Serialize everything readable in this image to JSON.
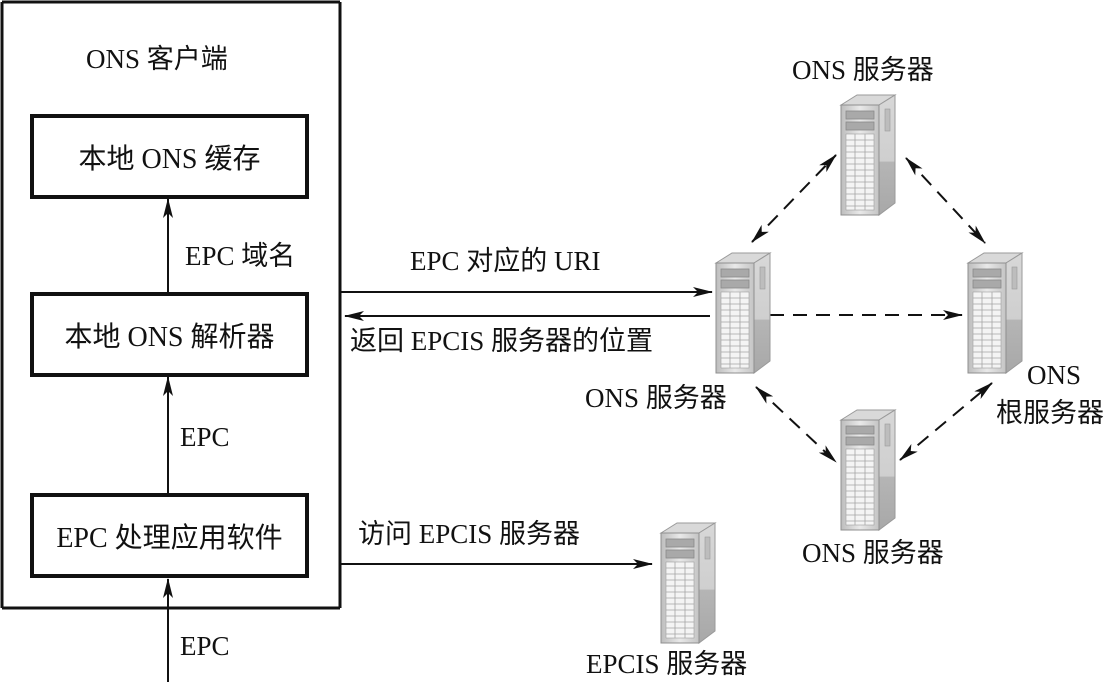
{
  "client": {
    "title": "ONS 客户端",
    "cache_box": "本地 ONS 缓存",
    "resolver_box": "本地 ONS 解析器",
    "app_box": "EPC 处理应用软件",
    "edge_domain": "EPC 域名",
    "edge_epc_mid": "EPC",
    "edge_epc_in": "EPC"
  },
  "messages": {
    "query_uri": "EPC 对应的 URI",
    "return_location": "返回 EPCIS 服务器的位置",
    "access_epcis": "访问 EPCIS 服务器"
  },
  "servers": {
    "ons_top": "ONS 服务器",
    "ons_left": "ONS 服务器",
    "ons_bottom": "ONS 服务器",
    "ons_root_line1": "ONS",
    "ons_root_line2": "根服务器",
    "epcis": "EPCIS 服务器",
    "icon": "server-tower-icon"
  },
  "colors": {
    "line": "#111111",
    "server_light": "#e6e6e6",
    "server_mid": "#c8c8c8",
    "server_dark": "#9a9a9a"
  }
}
